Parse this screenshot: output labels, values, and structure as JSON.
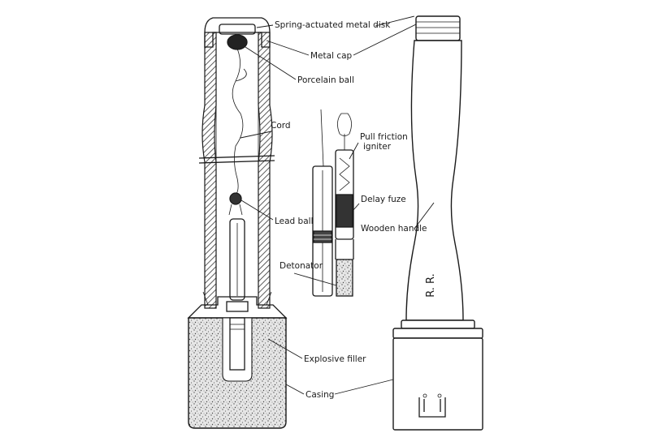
{
  "labels": {
    "spring_disk": "Spring-actuated metal disk",
    "metal_cap": "Metal cap",
    "porcelain_ball": "Porcelain ball",
    "cord": "Cord",
    "lead_ball": "Lead ball",
    "detonator": "Detonator",
    "explosive_filler": "Explosive filler",
    "casing": "Casing",
    "pull_friction_igniter_1": "Pull friction",
    "pull_friction_igniter_2": "igniter",
    "delay_fuze": "Delay fuze",
    "wooden_handle": "Wooden handle",
    "handle_marking": "R. R."
  },
  "colors": {
    "ink": "#1a1a1a",
    "paper": "#ffffff"
  }
}
